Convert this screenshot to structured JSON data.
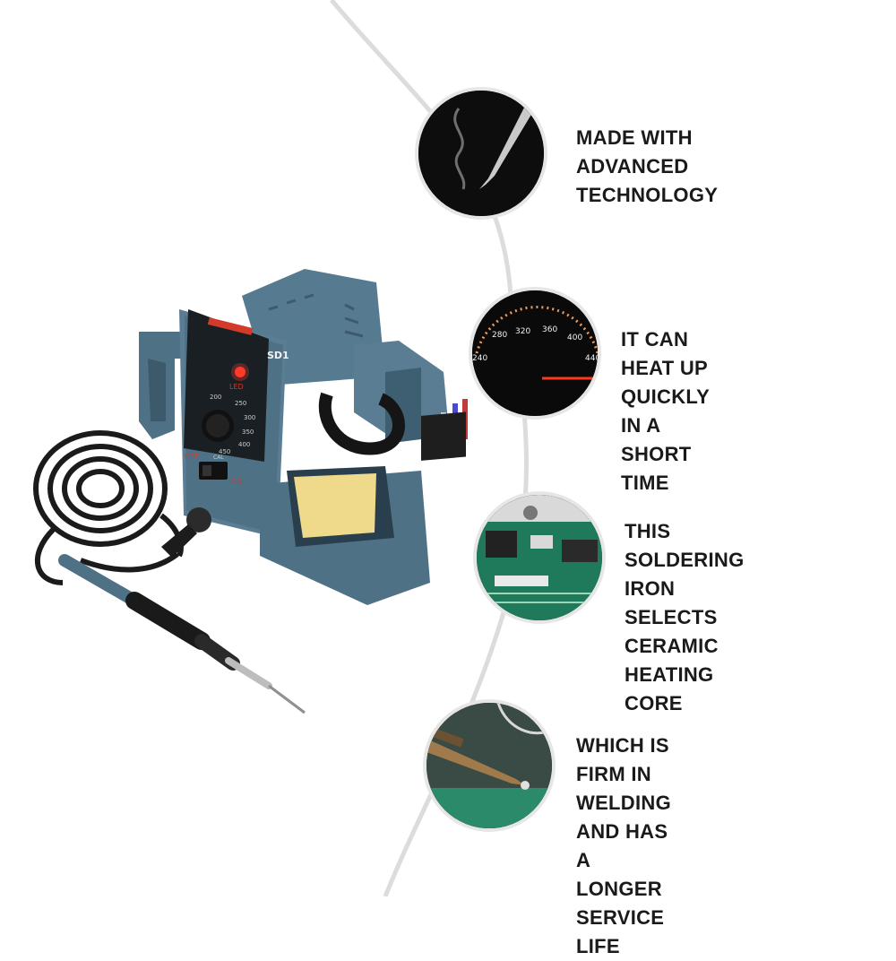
{
  "product": {
    "model_label": "SD1",
    "brand_label": "",
    "switch_off_label": "OFF",
    "switch_on_label": "ON",
    "led_label": "LED",
    "cal_label": "CAL",
    "dial_ticks": [
      "200",
      "250",
      "300",
      "350",
      "400",
      "450"
    ]
  },
  "gauge": {
    "ticks": [
      "240",
      "280",
      "320",
      "360",
      "400",
      "440"
    ]
  },
  "features": [
    {
      "icon": "soldering-tip-smoke",
      "lines": [
        "MADE WITH ADVANCED",
        "TECHNOLOGY"
      ]
    },
    {
      "icon": "temperature-gauge",
      "lines": [
        "IT CAN HEAT UP QUICKLY",
        "IN A SHORT TIME"
      ]
    },
    {
      "icon": "circuit-board",
      "lines": [
        "THIS SOLDERING IRON",
        "SELECTS CERAMIC",
        "HEATING CORE"
      ]
    },
    {
      "icon": "soldering-weld-closeup",
      "lines": [
        "WHICH IS FIRM IN WELDING",
        "AND HAS A LONGER SERVICE",
        "LIFE"
      ]
    }
  ],
  "colors": {
    "station_body": "#4f7186",
    "arc": "#dcdcdc",
    "text": "#1a1a1a",
    "sponge": "#efd98a"
  }
}
